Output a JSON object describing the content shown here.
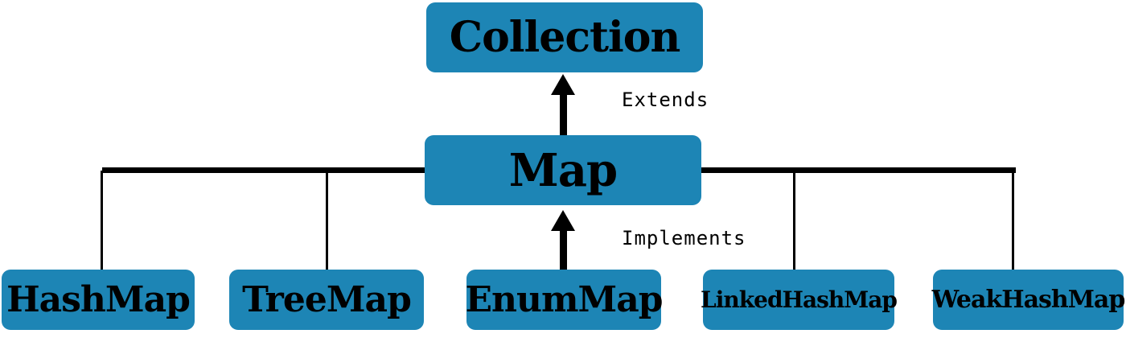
{
  "diagram": {
    "title": "Java Map hierarchy diagram",
    "colors": {
      "background": "#ffffff",
      "box": "#1d85b5",
      "text": "#000000",
      "line": "#000000"
    },
    "nodes": {
      "collection": {
        "label": "Collection"
      },
      "map": {
        "label": "Map"
      },
      "hashmap": {
        "label": "HashMap"
      },
      "treemap": {
        "label": "TreeMap"
      },
      "enummap": {
        "label": "EnumMap"
      },
      "linkedhashmap": {
        "label": "LinkedHashMap"
      },
      "weakhashmap": {
        "label": "WeakHashMap"
      }
    },
    "edges": {
      "extends": {
        "label": "Extends",
        "from": "Map",
        "to": "Collection"
      },
      "implements": {
        "label": "Implements",
        "from": "EnumMap",
        "to": "Map"
      }
    }
  }
}
